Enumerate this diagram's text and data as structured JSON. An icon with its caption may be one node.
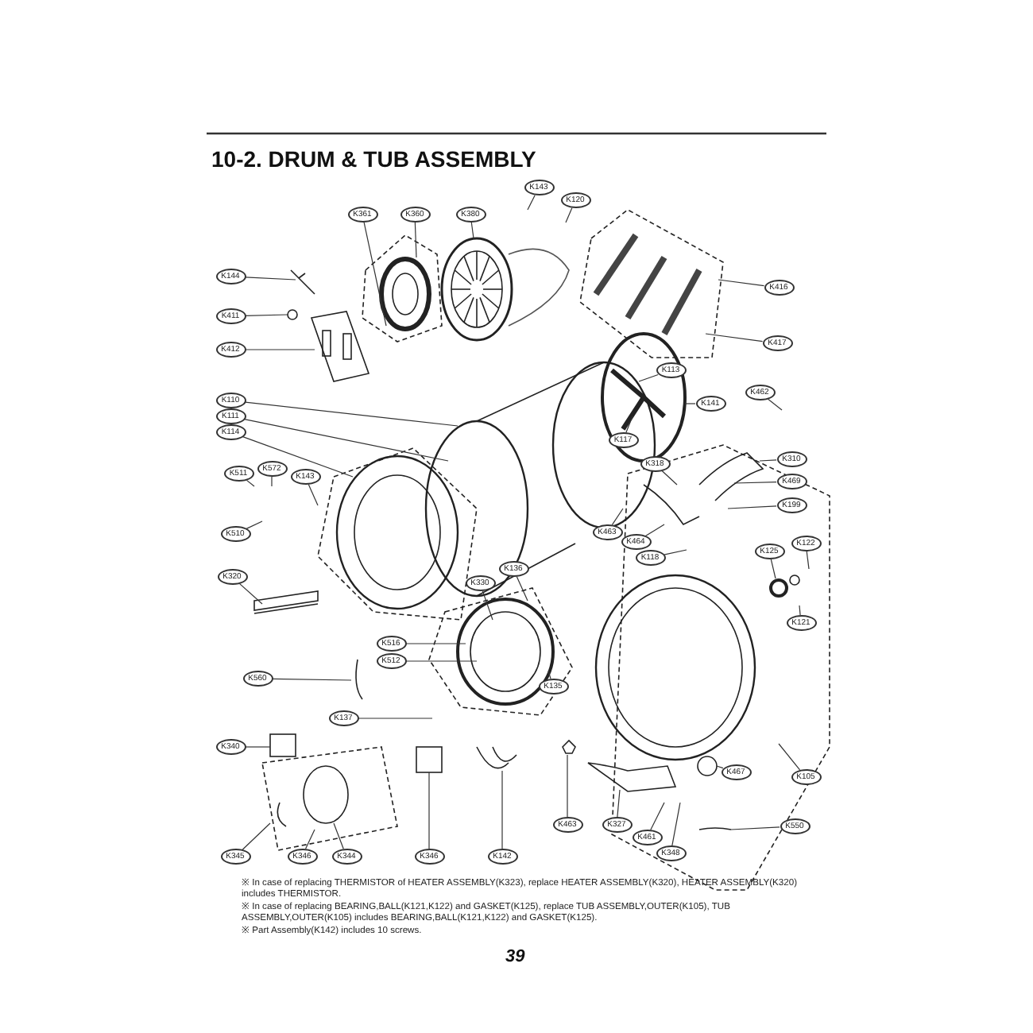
{
  "diagram": {
    "title": "10-2. DRUM & TUB ASSEMBLY",
    "nodes": [
      {
        "text": [
          "K143"
        ]
      },
      {
        "text": [
          "K120"
        ]
      },
      {
        "text": [
          "K361"
        ]
      },
      {
        "text": [
          "K360"
        ]
      },
      {
        "text": [
          "K380"
        ]
      },
      {
        "text": [
          "K144"
        ]
      },
      {
        "text": [
          "K411"
        ]
      },
      {
        "text": [
          "K412"
        ]
      },
      {
        "text": [
          "K416"
        ]
      },
      {
        "text": [
          "K417"
        ]
      },
      {
        "text": [
          "K113"
        ]
      },
      {
        "text": [
          "K141"
        ]
      },
      {
        "text": [
          "K117"
        ]
      },
      {
        "text": [
          "K462"
        ]
      },
      {
        "text": [
          "K110"
        ]
      },
      {
        "text": [
          "K111"
        ]
      },
      {
        "text": [
          "K114"
        ]
      },
      {
        "text": [
          "K511"
        ]
      },
      {
        "text": [
          "K572"
        ]
      },
      {
        "text": [
          "K143"
        ]
      },
      {
        "text": [
          "K318"
        ]
      },
      {
        "text": [
          "K310"
        ]
      },
      {
        "text": [
          "K469"
        ]
      },
      {
        "text": [
          "K199"
        ]
      },
      {
        "text": [
          "K510"
        ]
      },
      {
        "text": [
          "K463"
        ]
      },
      {
        "text": [
          "K464"
        ]
      },
      {
        "text": [
          "K118"
        ]
      },
      {
        "text": [
          "K125"
        ]
      },
      {
        "text": [
          "K122"
        ]
      },
      {
        "text": [
          "K121"
        ]
      },
      {
        "text": [
          "K320"
        ]
      },
      {
        "text": [
          "K330"
        ]
      },
      {
        "text": [
          "K136"
        ]
      },
      {
        "text": [
          "K516"
        ]
      },
      {
        "text": [
          "K512"
        ]
      },
      {
        "text": [
          "K560"
        ]
      },
      {
        "text": [
          "K135"
        ]
      },
      {
        "text": [
          "K137"
        ]
      },
      {
        "text": [
          "K340"
        ]
      },
      {
        "text": [
          "K345"
        ]
      },
      {
        "text": [
          "K346"
        ]
      },
      {
        "text": [
          "K344"
        ]
      },
      {
        "text": [
          "K346"
        ]
      },
      {
        "text": [
          "K142"
        ]
      },
      {
        "text": [
          "K463"
        ]
      },
      {
        "text": [
          "K327"
        ]
      },
      {
        "text": [
          "K461"
        ]
      },
      {
        "text": [
          "K348"
        ]
      },
      {
        "text": [
          "K467"
        ]
      },
      {
        "text": [
          "K105"
        ]
      },
      {
        "text": [
          "K550"
        ]
      }
    ],
    "edges": [
      {
        "from": 0,
        "to": null,
        "arrow": "none"
      },
      {
        "from": 1,
        "to": null,
        "arrow": "none"
      },
      {
        "from": 2,
        "to": null,
        "arrow": "none"
      },
      {
        "from": 3,
        "to": null,
        "arrow": "none"
      },
      {
        "from": 4,
        "to": null,
        "arrow": "none"
      },
      {
        "from": 5,
        "to": null,
        "arrow": "none"
      },
      {
        "from": 6,
        "to": null,
        "arrow": "none"
      },
      {
        "from": 7,
        "to": null,
        "arrow": "none"
      },
      {
        "from": 8,
        "to": null,
        "arrow": "none"
      },
      {
        "from": 9,
        "to": null,
        "arrow": "none"
      },
      {
        "from": 10,
        "to": null,
        "arrow": "none"
      },
      {
        "from": 11,
        "to": null,
        "arrow": "none"
      },
      {
        "from": 12,
        "to": null,
        "arrow": "none"
      },
      {
        "from": 13,
        "to": null,
        "arrow": "none"
      },
      {
        "from": 14,
        "to": null,
        "arrow": "none"
      },
      {
        "from": 15,
        "to": null,
        "arrow": "none"
      },
      {
        "from": 16,
        "to": null,
        "arrow": "none"
      },
      {
        "from": 17,
        "to": null,
        "arrow": "none"
      },
      {
        "from": 18,
        "to": null,
        "arrow": "none"
      },
      {
        "from": 19,
        "to": null,
        "arrow": "none"
      },
      {
        "from": 20,
        "to": null,
        "arrow": "none"
      },
      {
        "from": 21,
        "to": null,
        "arrow": "none"
      },
      {
        "from": 22,
        "to": null,
        "arrow": "none"
      },
      {
        "from": 23,
        "to": null,
        "arrow": "none"
      },
      {
        "from": 24,
        "to": null,
        "arrow": "none"
      },
      {
        "from": 25,
        "to": null,
        "arrow": "none"
      },
      {
        "from": 26,
        "to": null,
        "arrow": "none"
      },
      {
        "from": 27,
        "to": null,
        "arrow": "none"
      },
      {
        "from": 28,
        "to": null,
        "arrow": "none"
      },
      {
        "from": 29,
        "to": null,
        "arrow": "none"
      },
      {
        "from": 30,
        "to": null,
        "arrow": "none"
      },
      {
        "from": 31,
        "to": null,
        "arrow": "none"
      },
      {
        "from": 32,
        "to": null,
        "arrow": "none"
      },
      {
        "from": 33,
        "to": null,
        "arrow": "none"
      },
      {
        "from": 34,
        "to": null,
        "arrow": "none"
      },
      {
        "from": 35,
        "to": null,
        "arrow": "none"
      },
      {
        "from": 36,
        "to": null,
        "arrow": "none"
      },
      {
        "from": 37,
        "to": null,
        "arrow": "none"
      },
      {
        "from": 38,
        "to": null,
        "arrow": "none"
      },
      {
        "from": 39,
        "to": null,
        "arrow": "none"
      },
      {
        "from": 40,
        "to": null,
        "arrow": "none"
      },
      {
        "from": 41,
        "to": null,
        "arrow": "none"
      },
      {
        "from": 42,
        "to": null,
        "arrow": "none"
      },
      {
        "from": 43,
        "to": null,
        "arrow": "none"
      },
      {
        "from": 44,
        "to": null,
        "arrow": "none"
      },
      {
        "from": 45,
        "to": null,
        "arrow": "none"
      },
      {
        "from": 46,
        "to": null,
        "arrow": "none"
      },
      {
        "from": 47,
        "to": null,
        "arrow": "none"
      },
      {
        "from": 48,
        "to": null,
        "arrow": "none"
      },
      {
        "from": 49,
        "to": null,
        "arrow": "none"
      },
      {
        "from": 50,
        "to": null,
        "arrow": "none"
      },
      {
        "from": 51,
        "to": null,
        "arrow": "none"
      }
    ],
    "labels": [
      "※ In case of replacing THERMISTOR of HEATER ASSEMBLY(K323), replace HEATER ASSEMBLY(K320), HEATER ASSEMBLY(K320) includes THERMISTOR.",
      "※ In case of replacing BEARING,BALL(K121,K122) and GASKET(K125), replace TUB ASSEMBLY,OUTER(K105), TUB ASSEMBLY,OUTER(K105) includes BEARING,BALL(K121,K122) and GASKET(K125).",
      "※ Part Assembly(K142) includes 10 screws.",
      "39"
    ]
  }
}
